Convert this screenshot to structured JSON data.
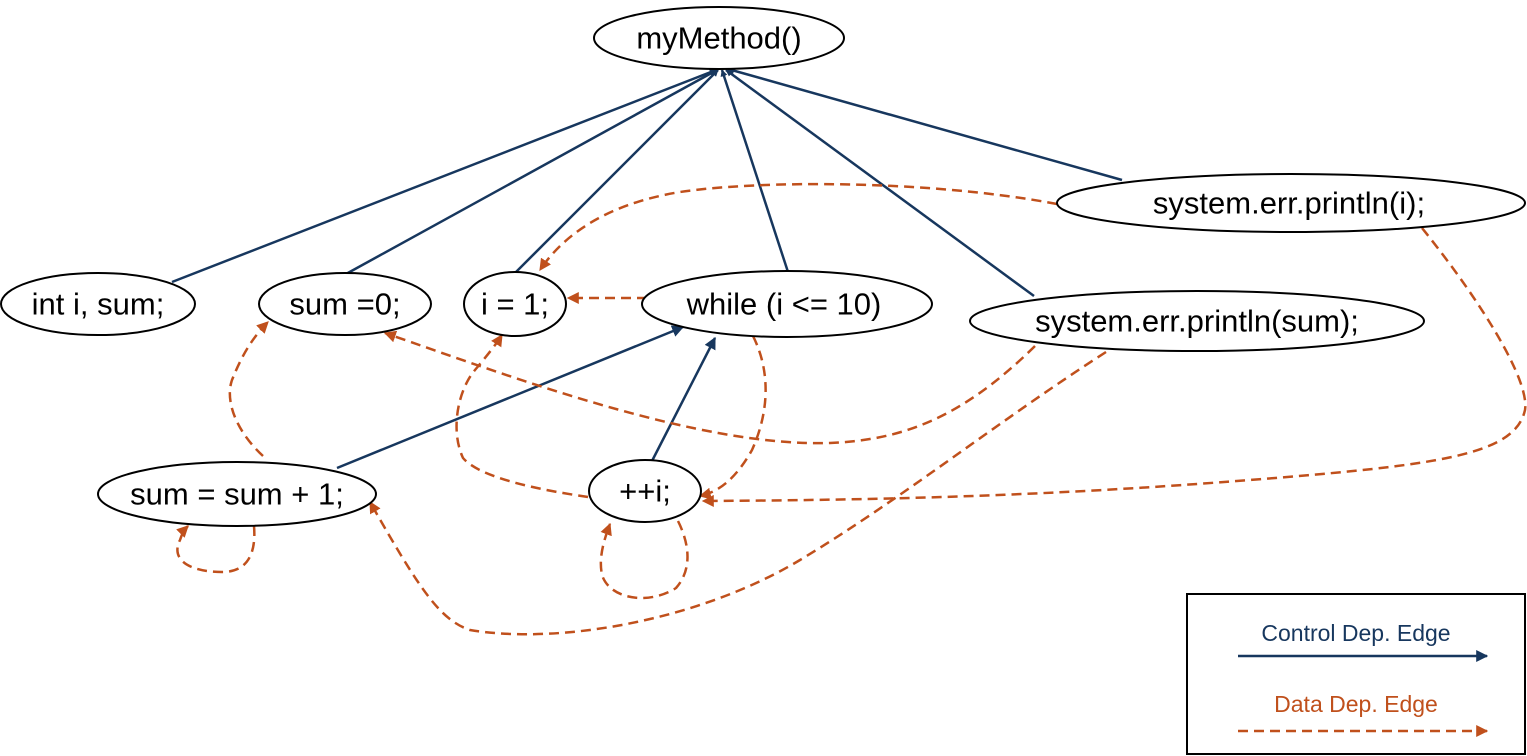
{
  "colors": {
    "control": "#17375e",
    "data": "#c0501c",
    "node_stroke": "#000000"
  },
  "nodes": {
    "mymethod": "myMethod()",
    "decl": "int i, sum;",
    "sum0": "sum =0;",
    "i1": "i = 1;",
    "while": "while (i <= 10)",
    "printsum": "system.err.println(sum);",
    "printi": "system.err.println(i);",
    "sumupd": "sum = sum + 1;",
    "inc": "++i;"
  },
  "legend": {
    "control_label": "Control Dep. Edge",
    "data_label": "Data Dep. Edge"
  }
}
